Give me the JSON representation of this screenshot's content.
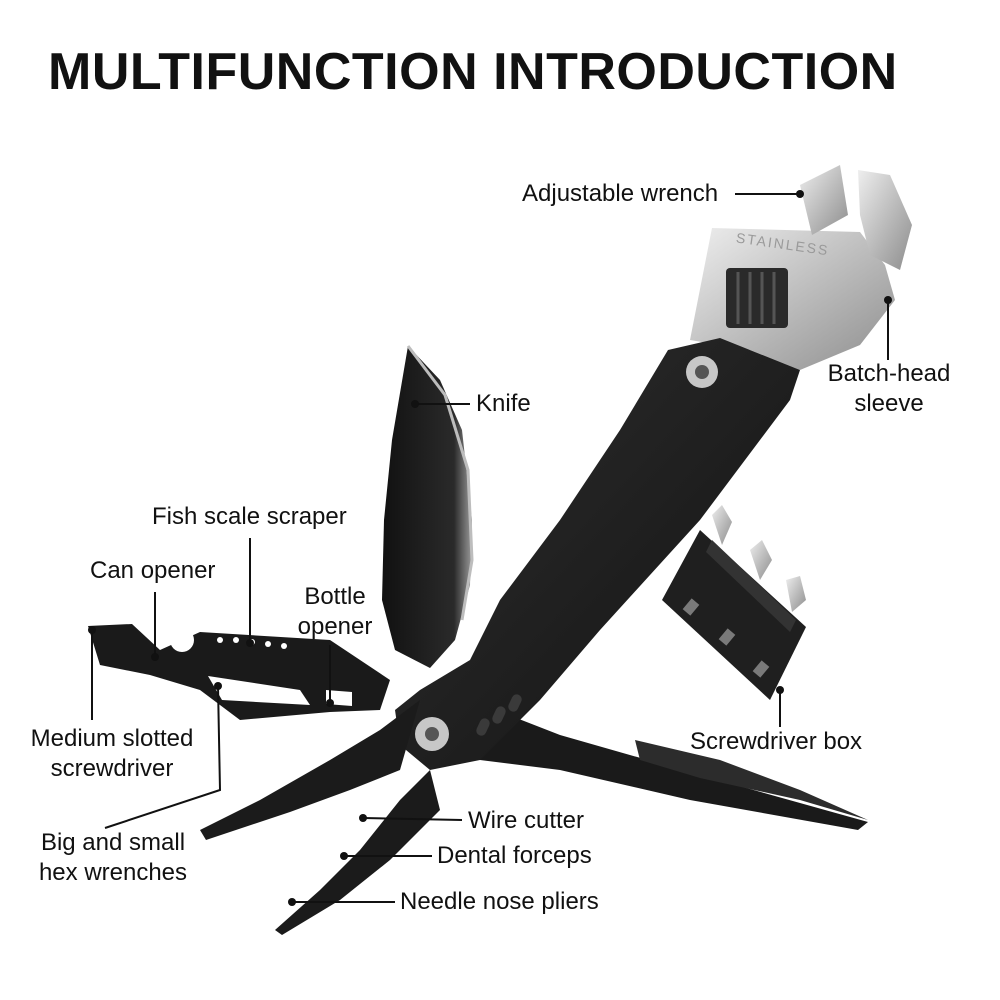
{
  "title": "MULTIFUNCTION INTRODUCTION",
  "engraving": "STAINLESS",
  "colors": {
    "background": "#ffffff",
    "tool_body": "#1c1c1c",
    "steel": "#c9c9c9",
    "text": "#111111"
  },
  "labels": {
    "adjustable_wrench": "Adjustable wrench",
    "batch_head_sleeve": [
      "Batch-head",
      "sleeve"
    ],
    "knife": "Knife",
    "fish_scale_scraper": "Fish scale scraper",
    "can_opener": "Can opener",
    "bottle_opener": [
      "Bottle",
      "opener"
    ],
    "medium_slotted_screwdriver": [
      "Medium slotted",
      "screwdriver"
    ],
    "screwdriver_box": "Screwdriver box",
    "big_small_hex_wrenches": [
      "Big and small",
      "hex wrenches"
    ],
    "wire_cutter": "Wire cutter",
    "dental_forceps": "Dental forceps",
    "needle_nose_pliers": "Needle nose pliers"
  }
}
